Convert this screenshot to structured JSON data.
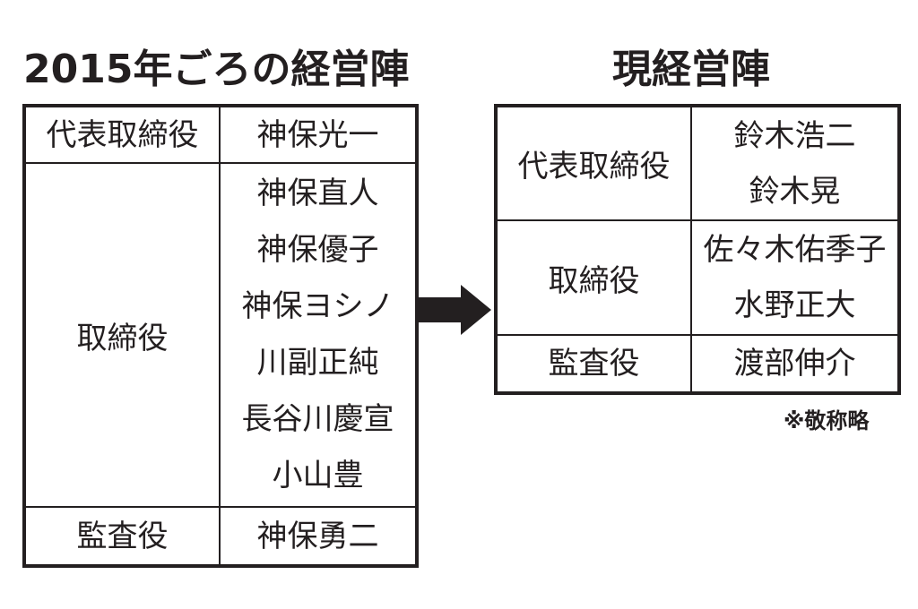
{
  "before": {
    "title": "2015年ごろの経営陣",
    "rows": [
      {
        "role": "代表取締役",
        "names": [
          "神保光一"
        ]
      },
      {
        "role": "取締役",
        "names": [
          "神保直人",
          "神保優子",
          "神保ヨシノ",
          "川副正純",
          "長谷川慶宣",
          "小山豊"
        ]
      },
      {
        "role": "監査役",
        "names": [
          "神保勇二"
        ]
      }
    ]
  },
  "after": {
    "title": "現経営陣",
    "rows": [
      {
        "role": "代表取締役",
        "names": [
          "鈴木浩二",
          "鈴木晃"
        ]
      },
      {
        "role": "取締役",
        "names": [
          "佐々木佑季子",
          "水野正大"
        ]
      },
      {
        "role": "監査役",
        "names": [
          "渡部伸介"
        ]
      }
    ]
  },
  "note": "※敬称略",
  "colors": {
    "ink": "#231f20",
    "background": "#ffffff"
  },
  "icons": {
    "transition": "right-arrow-icon"
  }
}
